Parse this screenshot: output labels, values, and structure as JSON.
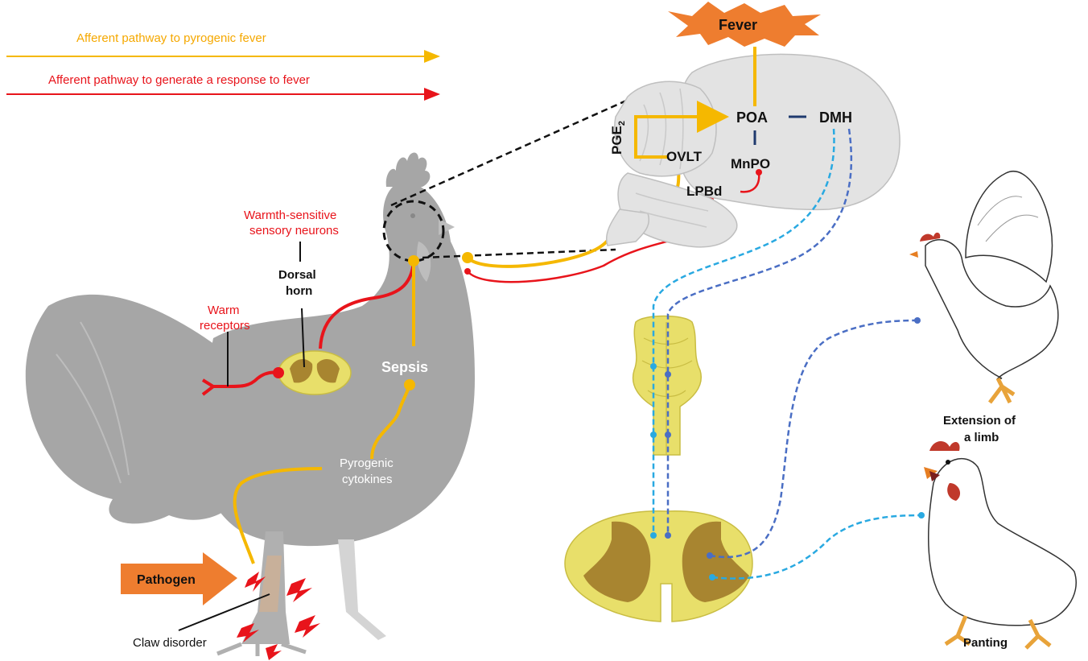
{
  "legend": {
    "pyrogenic_label": "Afferent pathway to pyrogenic fever",
    "response_label": "Afferent pathway to generate a response to fever"
  },
  "brain": {
    "fever": "Fever",
    "poa": "POA",
    "dmh": "DMH",
    "pge_main": "PGE",
    "pge_sub": "2",
    "ovlt": "OVLT",
    "mnpo": "MnPO",
    "lpbd": "LPBd"
  },
  "rooster": {
    "warmth_line1": "Warmth-sensitive",
    "warmth_line2": "sensory neurons",
    "dorsal_line1": "Dorsal",
    "dorsal_line2": "horn",
    "warm_line1": "Warm",
    "warm_line2": "receptors",
    "sepsis": "Sepsis",
    "pyro_line1": "Pyrogenic",
    "pyro_line2": "cytokines",
    "pathogen": "Pathogen",
    "claw": "Claw disorder"
  },
  "responses": {
    "ext_line1": "Extension of",
    "ext_line2": "a limb",
    "panting": "Panting"
  },
  "colors": {
    "pyrogenic": "#f5b800",
    "response": "#e8141b",
    "fever_burst": "#ee7d2f",
    "pathogen_arrow": "#ee7d2f",
    "light_blue": "#29a9e1",
    "dark_blue": "#4a6ec4",
    "navy": "#1f3a6e",
    "brain_gray": "#e3e3e3",
    "rooster_gray": "#a6a6a6",
    "spinal_yellow": "#e8df6a",
    "spinal_brown": "#a88530"
  }
}
